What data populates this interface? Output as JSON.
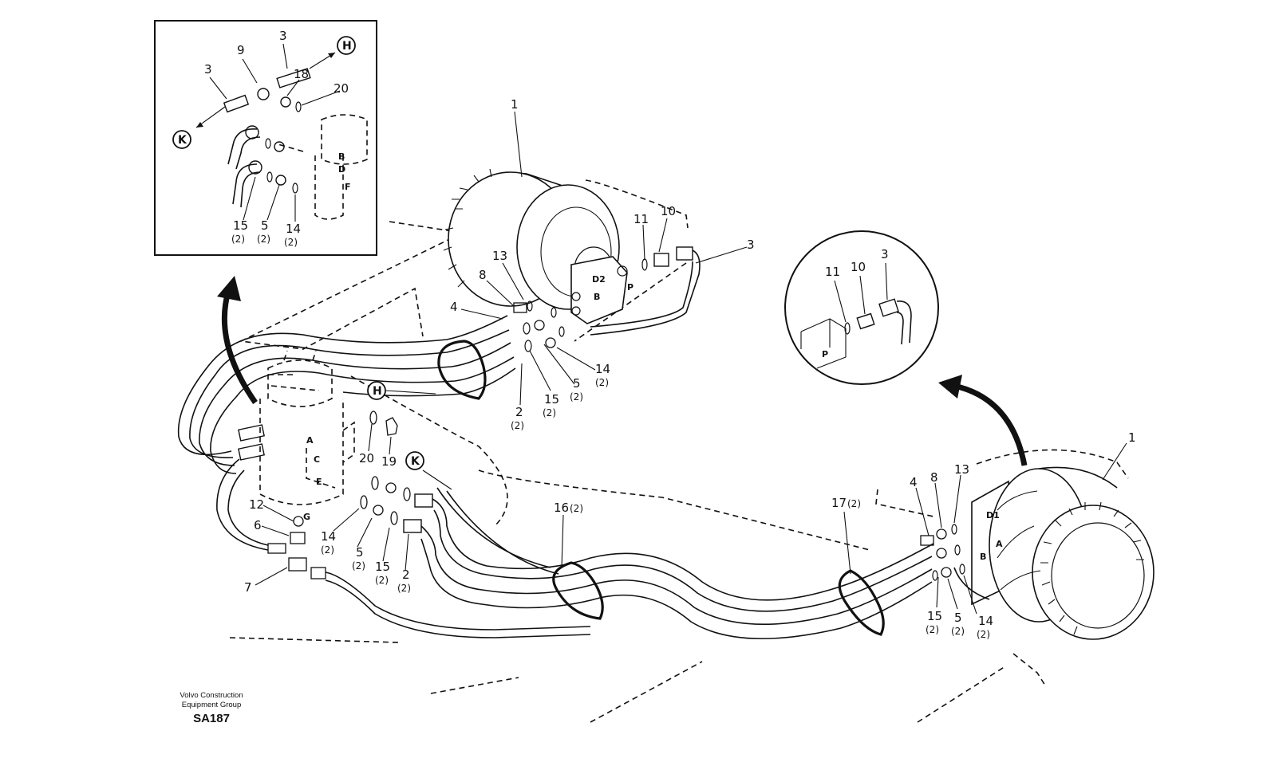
{
  "diagram": {
    "footer": {
      "company_line1": "Volvo Construction",
      "company_line2": "Equipment Group",
      "code": "SA187"
    },
    "connectors": [
      "H",
      "K"
    ],
    "inset_left": {
      "labels": [
        {
          "num": "3",
          "qty": ""
        },
        {
          "num": "3",
          "qty": ""
        },
        {
          "num": "9",
          "qty": ""
        },
        {
          "num": "18",
          "qty": ""
        },
        {
          "num": "20",
          "qty": ""
        },
        {
          "num": "15",
          "qty": "(2)"
        },
        {
          "num": "5",
          "qty": "(2)"
        },
        {
          "num": "14",
          "qty": "(2)"
        }
      ],
      "ports": [
        "B",
        "D",
        "F"
      ]
    },
    "inset_right": {
      "labels": [
        {
          "num": "11",
          "qty": ""
        },
        {
          "num": "10",
          "qty": ""
        },
        {
          "num": "3",
          "qty": ""
        }
      ],
      "ports": [
        "P"
      ]
    },
    "upper_motor": {
      "labels": [
        {
          "num": "1",
          "qty": ""
        },
        {
          "num": "13",
          "qty": ""
        },
        {
          "num": "8",
          "qty": ""
        },
        {
          "num": "4",
          "qty": ""
        },
        {
          "num": "11",
          "qty": ""
        },
        {
          "num": "10",
          "qty": ""
        },
        {
          "num": "3",
          "qty": ""
        },
        {
          "num": "14",
          "qty": "(2)"
        },
        {
          "num": "5",
          "qty": "(2)"
        },
        {
          "num": "15",
          "qty": "(2)"
        },
        {
          "num": "2",
          "qty": "(2)"
        }
      ],
      "ports": [
        "D2",
        "B",
        "P"
      ]
    },
    "swivel": {
      "labels": [
        {
          "num": "20",
          "qty": ""
        },
        {
          "num": "19",
          "qty": ""
        },
        {
          "num": "12",
          "qty": ""
        },
        {
          "num": "6",
          "qty": ""
        },
        {
          "num": "7",
          "qty": ""
        },
        {
          "num": "14",
          "qty": "(2)"
        },
        {
          "num": "5",
          "qty": "(2)"
        },
        {
          "num": "15",
          "qty": "(2)"
        },
        {
          "num": "2",
          "qty": "(2)"
        }
      ],
      "ports": [
        "A",
        "C",
        "E",
        "G"
      ]
    },
    "clamps": [
      {
        "num": "16",
        "qty": "(2)"
      },
      {
        "num": "17",
        "qty": "(2)"
      }
    ],
    "lower_motor": {
      "labels": [
        {
          "num": "1",
          "qty": ""
        },
        {
          "num": "4",
          "qty": ""
        },
        {
          "num": "8",
          "qty": ""
        },
        {
          "num": "13",
          "qty": ""
        },
        {
          "num": "15",
          "qty": "(2)"
        },
        {
          "num": "5",
          "qty": "(2)"
        },
        {
          "num": "14",
          "qty": "(2)"
        }
      ],
      "ports": [
        "D1",
        "A",
        "B"
      ]
    }
  }
}
